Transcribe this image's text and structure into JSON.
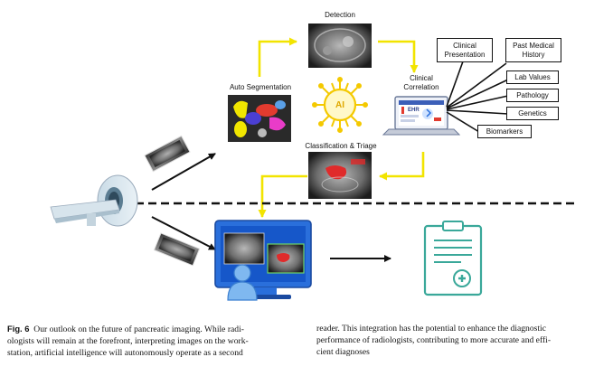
{
  "figure": {
    "steps": {
      "detection": "Detection",
      "auto_segmentation": "Auto Segmentation",
      "clinical_correlation": "Clinical\nCorrelation",
      "classification_triage": "Classification & Triage"
    },
    "ai_badge": "AI",
    "ehr_label": "EHR",
    "clinical_items": [
      {
        "label": "Clinical\nPresentation"
      },
      {
        "label": "Past Medical\nHistory"
      },
      {
        "label": "Lab Values"
      },
      {
        "label": "Pathology"
      },
      {
        "label": "Genetics"
      },
      {
        "label": "Biomarkers"
      }
    ],
    "colors": {
      "flow_arrow": "#f2e400",
      "ai_gold": "#f4c900",
      "monitor_blue": "#2a6fdb",
      "screen_blue": "#1657c9",
      "doc_teal": "#3aa89a"
    }
  },
  "caption": {
    "fig_label": "Fig. 6",
    "left_lines": [
      "Our outlook on the future of pancreatic imaging. While radi-",
      "ologists will remain at the forefront, interpreting images on the work-",
      "station, artificial intelligence will autonomously operate as a second"
    ],
    "right_lines": [
      "reader. This integration has the potential to enhance the diagnostic",
      "performance of radiologists, contributing to more accurate and effi-",
      "cient diagnoses"
    ]
  }
}
